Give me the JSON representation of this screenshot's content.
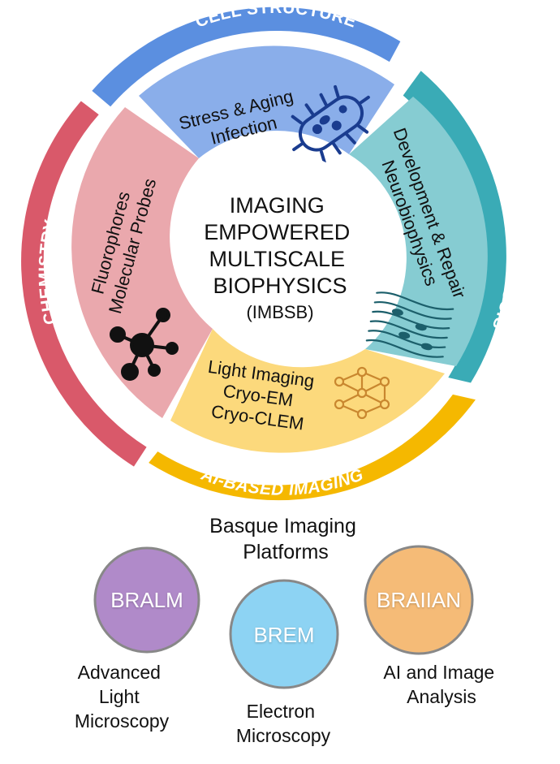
{
  "outer_ring": {
    "top": "CELL STRUCTURE",
    "right": "TISSUE BIOPHYSCIS",
    "left": "CHEMISTRY",
    "bottom": "AI-BASED IMAGING"
  },
  "segments": {
    "top": {
      "lines": [
        "Stress & Aging",
        "Infection"
      ],
      "icon": "bacteria-icon"
    },
    "right": {
      "lines": [
        "Development & Repair",
        "Neurobiophysics"
      ],
      "icon": "tissue-fibers-icon"
    },
    "left": {
      "lines": [
        "Fluorophores",
        "Molecular Probes"
      ],
      "icon": "molecule-icon"
    },
    "bottom": {
      "lines": [
        "Light Imaging",
        "Cryo-EM",
        "Cryo-CLEM"
      ],
      "icon": "neural-network-icon"
    }
  },
  "center": {
    "lines": [
      "IMAGING",
      "EMPOWERED",
      "MULTISCALE",
      "BIOPHYSICS"
    ],
    "acronym": "(IMBSB)"
  },
  "platforms": {
    "title_lines": [
      "Basque Imaging",
      "Platforms"
    ],
    "items": [
      {
        "name": "BRALM",
        "desc": [
          "Advanced",
          "Light",
          "Microscopy"
        ]
      },
      {
        "name": "BREM",
        "desc": [
          "Electron",
          "Microscopy"
        ]
      },
      {
        "name": "BRAIIAN",
        "desc": [
          "AI and Image",
          "Analysis"
        ]
      }
    ]
  },
  "colors": {
    "cell_structure_band": "#5b8fe0",
    "tissue_band": "#3aabb6",
    "chemistry_band": "#d9596a",
    "ai_band": "#f5b800",
    "top_segment": "#8aaeea",
    "right_segment": "#86ccd2",
    "left_segment": "#eaa8ad",
    "bottom_segment": "#fcd97c",
    "bralm": "#b08ac9",
    "brem": "#8dd3f3",
    "braiian": "#f5bb77"
  }
}
